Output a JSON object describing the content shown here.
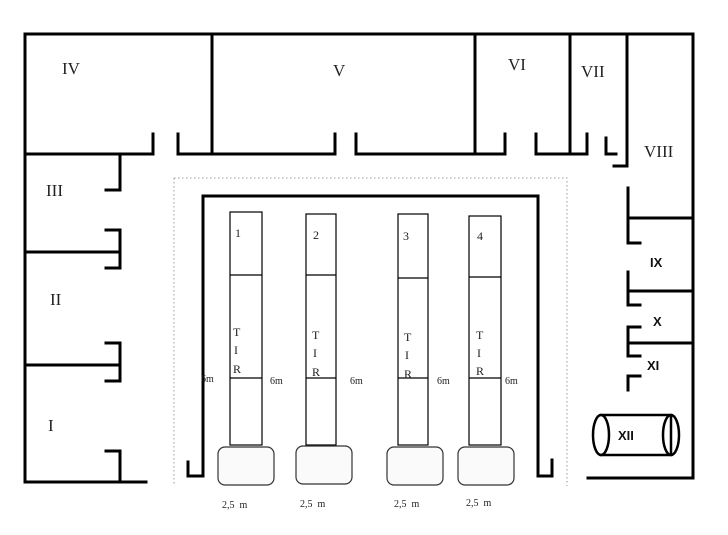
{
  "rooms": {
    "I": "I",
    "II": "II",
    "III": "III",
    "IV": "IV",
    "V": "V",
    "VI": "VI",
    "VII": "VII",
    "VIII": "VIII",
    "IX": "IX",
    "X": "X",
    "XI": "XI",
    "XII": "XII"
  },
  "bays": [
    {
      "number": "1",
      "tir": [
        "T",
        "I",
        "R"
      ],
      "left_dim": "6m",
      "right_dim": "6m",
      "width": "2,5  m"
    },
    {
      "number": "2",
      "tir": [
        "T",
        "I",
        "R"
      ],
      "left_dim": "",
      "right_dim": "6m",
      "width": "2,5  m"
    },
    {
      "number": "3",
      "tir": [
        "T",
        "I",
        "R"
      ],
      "left_dim": "",
      "right_dim": "6m",
      "width": "2,5  m"
    },
    {
      "number": "4",
      "tir": [
        "T",
        "I",
        "R"
      ],
      "left_dim": "",
      "right_dim": "6m",
      "width": "2,5  m"
    }
  ],
  "colors": {
    "wall": "#000000",
    "background": "#ffffff"
  }
}
